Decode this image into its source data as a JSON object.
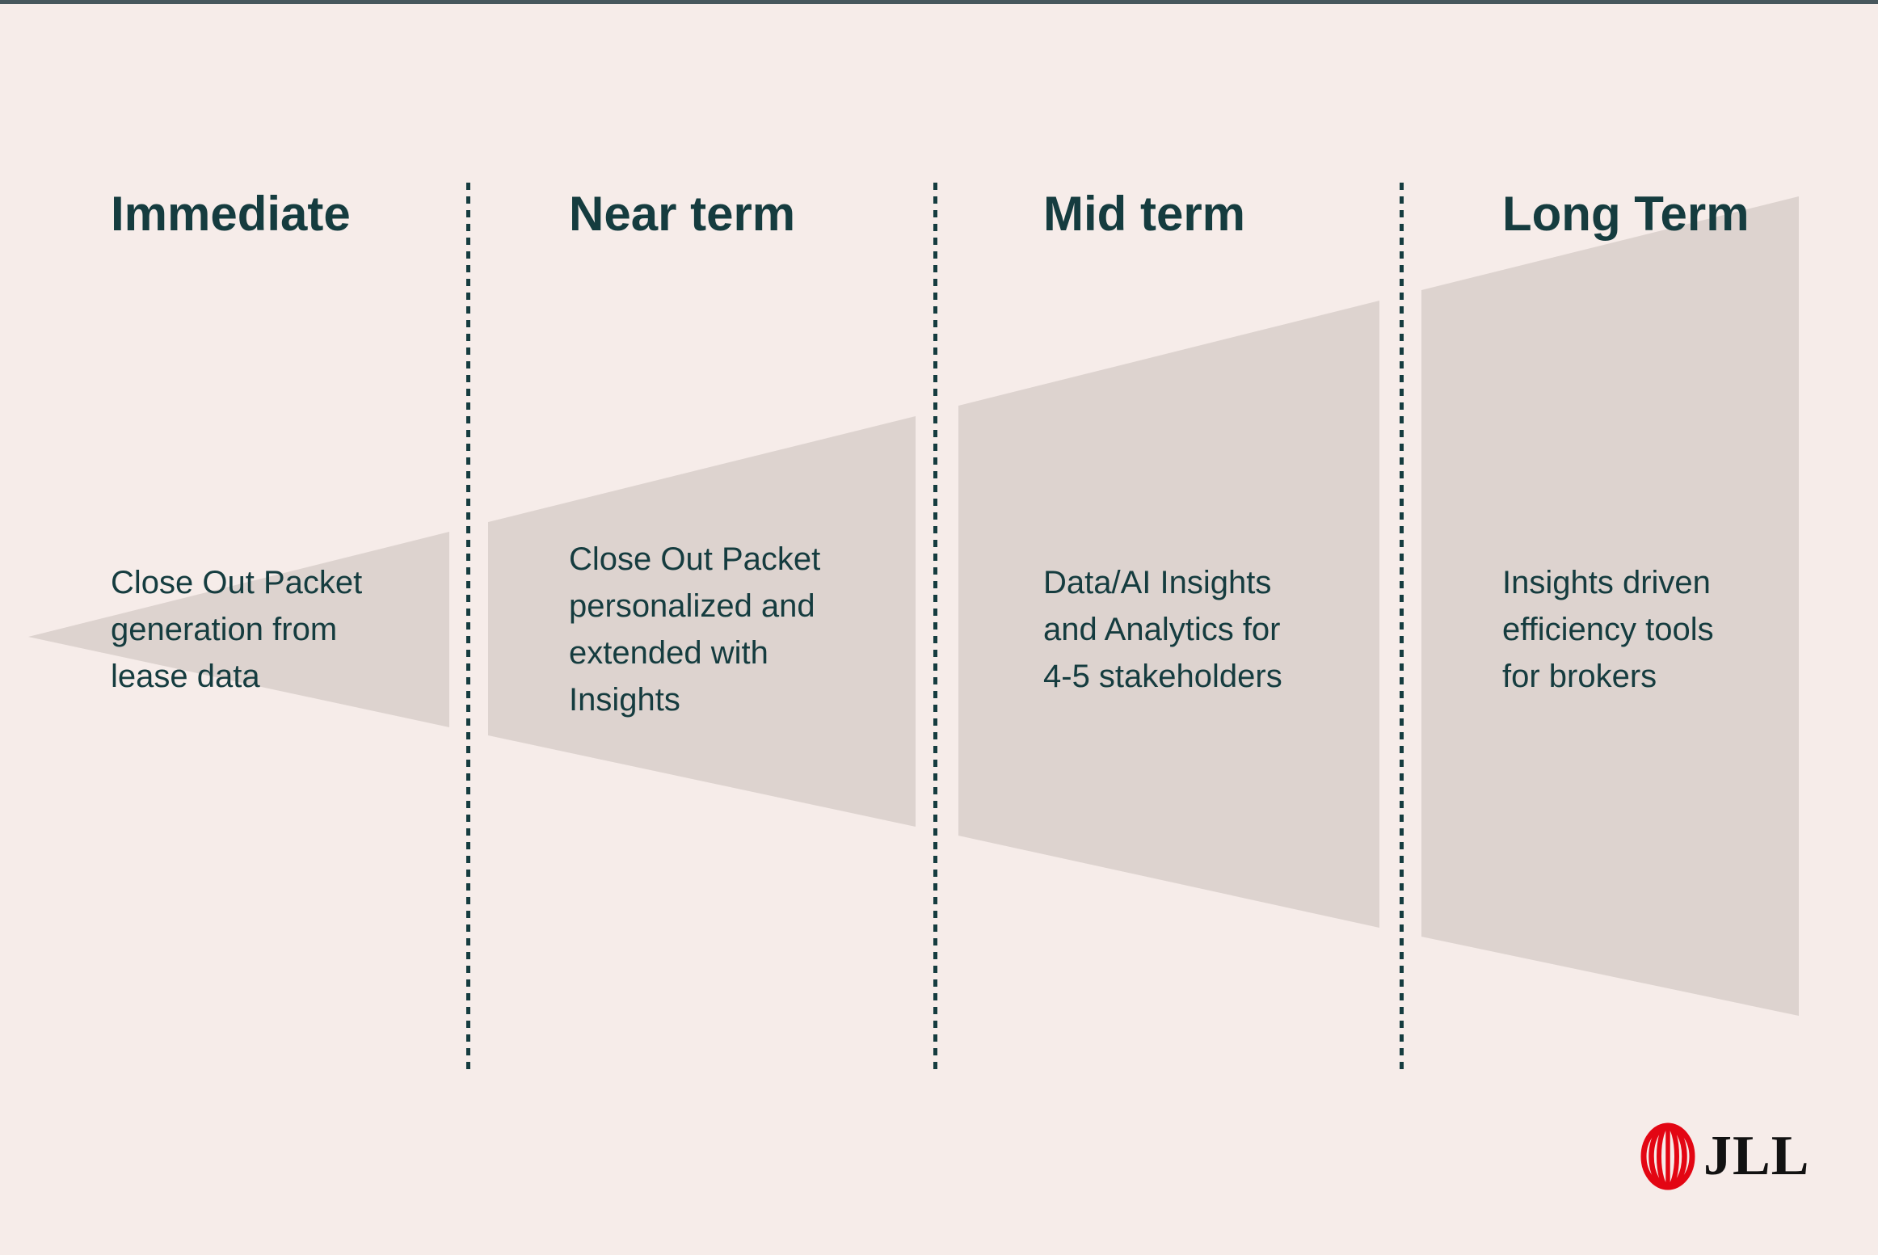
{
  "page": {
    "type": "roadmap-slide",
    "top_bar_color": "#47575d",
    "background_color": "#f6ece9",
    "funnel_color": "#ddd3cf",
    "text_color": "#153c3f",
    "accent_red": "#e30613"
  },
  "columns": [
    {
      "title": "Immediate",
      "body": "Close Out Packet\ngeneration from\nlease data"
    },
    {
      "title": "Near term",
      "body": "Close Out Packet\npersonalized and\nextended with\nInsights"
    },
    {
      "title": "Mid term",
      "body": "Data/AI Insights\nand Analytics for\n4-5 stakeholders"
    },
    {
      "title": "Long Term",
      "body": "Insights driven\nefficiency tools\nfor brokers"
    }
  ],
  "logo": {
    "wordmark": "JLL",
    "mark_icon": "jll-globe-icon"
  }
}
